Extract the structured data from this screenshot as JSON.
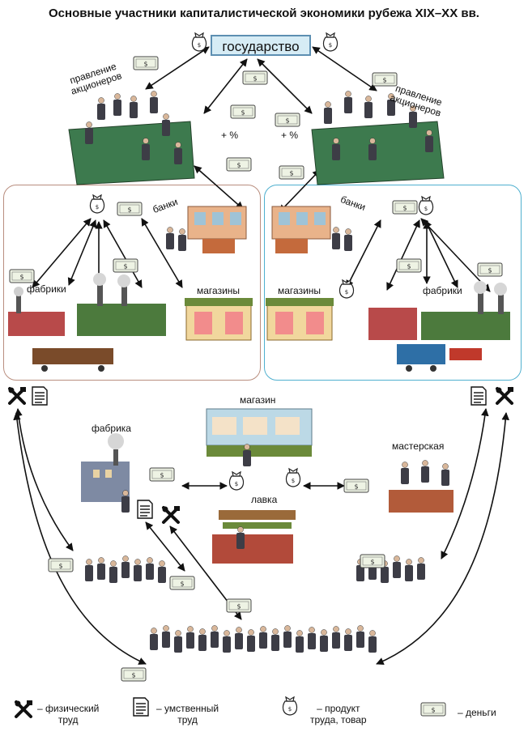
{
  "title": "Основные участники капиталистической экономики рубежа XIX–XX вв.",
  "state": "государство",
  "board_left": "правление\nакционеров",
  "board_right": "правление\nакционеров",
  "percent_left": "+ %",
  "percent_right": "+ %",
  "left_banks": "банки",
  "left_factories": "фабрики",
  "left_shops": "магазины",
  "right_banks": "банки",
  "right_shops": "магазины",
  "right_factories": "фабрики",
  "mid_shop": "магазин",
  "mid_factory": "фабрика",
  "mid_kiosk": "лавка",
  "mid_workshop": "мастерская",
  "colors": {
    "left_region": "#b98e7f",
    "right_region": "#4fb0cf",
    "state_fill": "#d6ecf5",
    "money": "#eef3e4"
  },
  "legend": {
    "physical": "– физический\nтруд",
    "mental": "– умственный\nтруд",
    "product": "– продукт\nтруда, товар",
    "money": "– деньги"
  }
}
